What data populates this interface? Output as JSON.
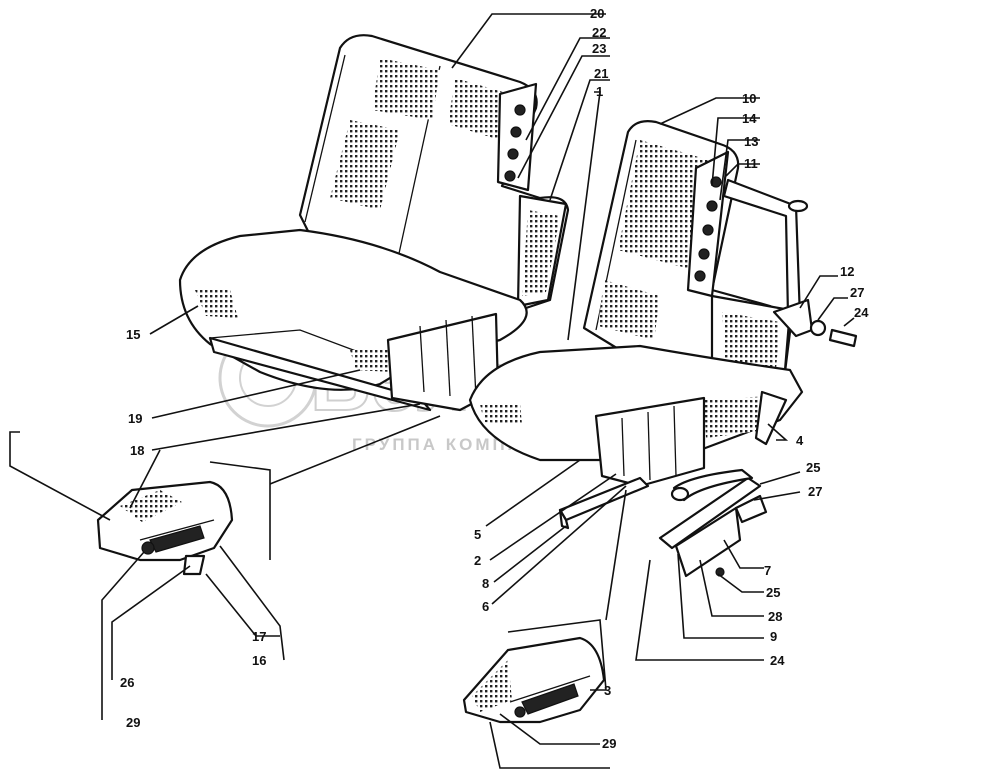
{
  "watermark": {
    "brand": "Белагро",
    "subtitle": "ГРУППА КОМПАНИЙ"
  },
  "callouts": [
    "1",
    "2",
    "3",
    "4",
    "5",
    "6",
    "7",
    "8",
    "9",
    "10",
    "11",
    "12",
    "13",
    "14",
    "15",
    "16",
    "17",
    "18",
    "19",
    "20",
    "21",
    "22",
    "23",
    "24",
    "24",
    "25",
    "25",
    "26",
    "27",
    "28",
    "28",
    "29",
    "29"
  ]
}
